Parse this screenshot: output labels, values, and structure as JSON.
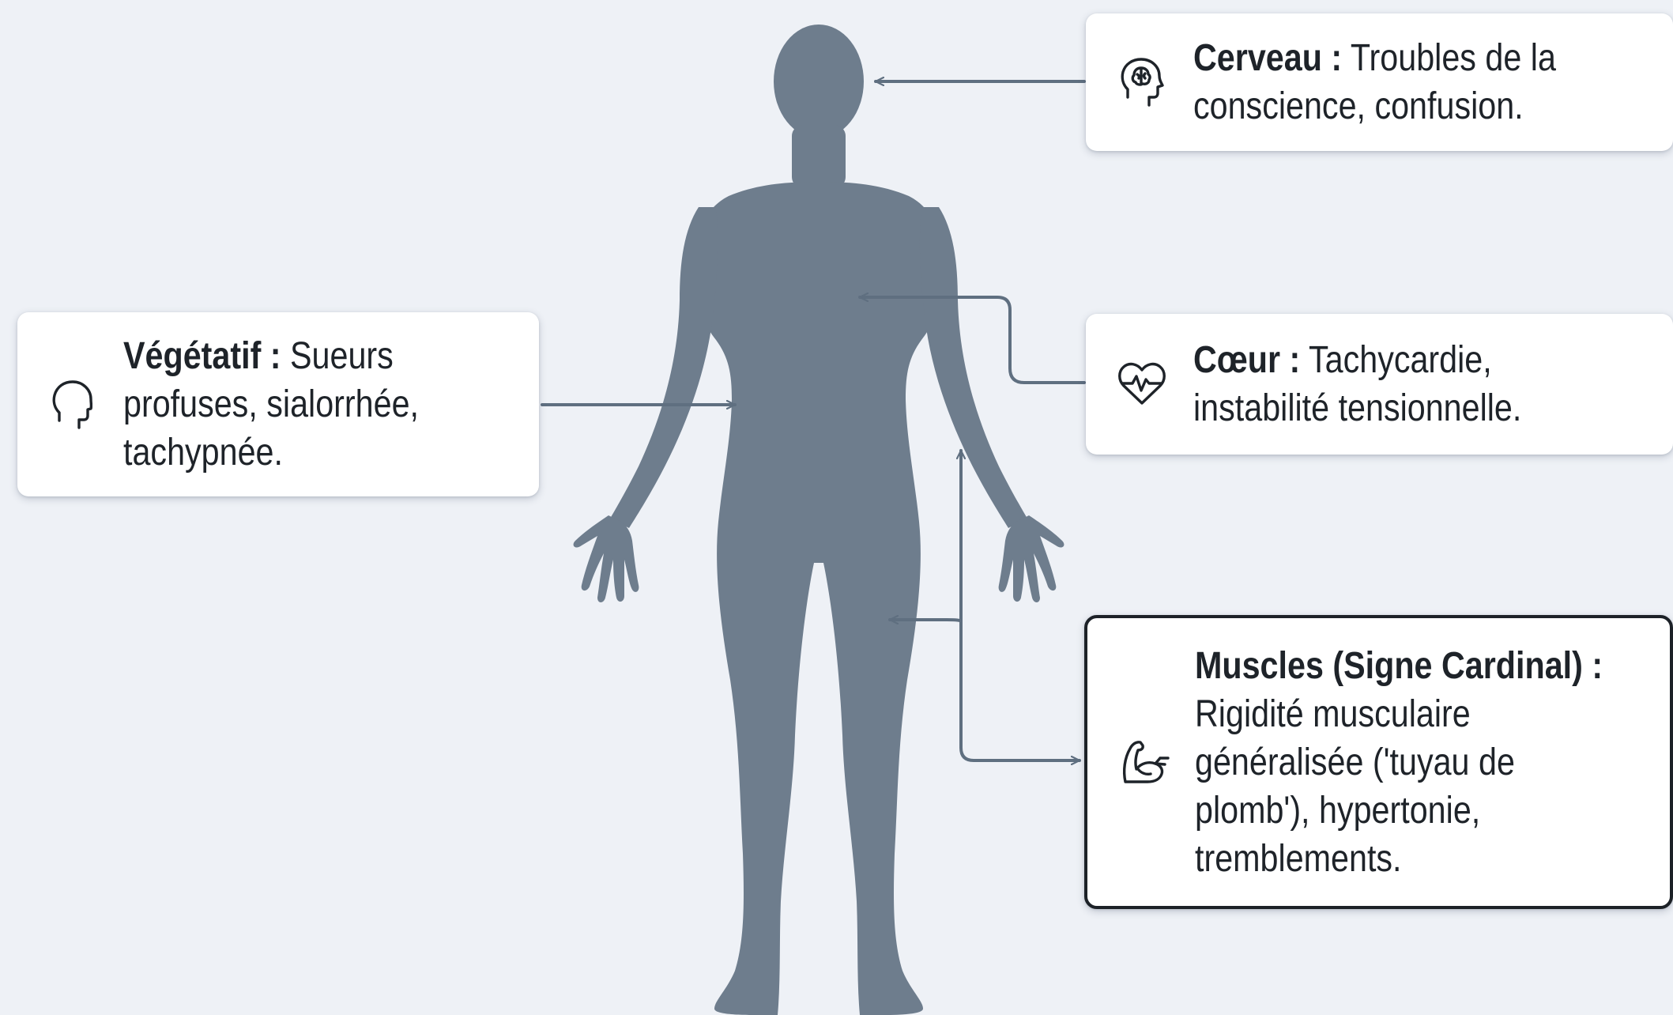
{
  "colors": {
    "background": "#eef1f6",
    "silhouette": "#6e7d8d",
    "arrow": "#5f6f80",
    "card_background": "#ffffff",
    "text": "#1e2329",
    "emphasis_border": "#1c2127"
  },
  "figure": {
    "icon": "human-body-silhouette"
  },
  "cards": {
    "cerveau": {
      "icon": "brain-head-icon",
      "term": "Cerveau :",
      "line1": "Troubles de la",
      "line2": "conscience, confusion."
    },
    "coeur": {
      "icon": "heart-pulse-icon",
      "term": "Cœur :",
      "line1": "Tachycardie,",
      "line2": "instabilité tensionnelle."
    },
    "vegetatif": {
      "icon": "head-profile-icon",
      "term": "Végétatif :",
      "line1": "Sueurs",
      "line2": "profuses, sialorrhée,",
      "line3": "tachypnée."
    },
    "muscles": {
      "icon": "flexed-arm-icon",
      "term": "Muscles (Signe Cardinal) :",
      "line2": "Rigidité musculaire",
      "line3": "généralisée ('tuyau de",
      "line4": "plomb'), hypertonie,",
      "line5": "tremblements.",
      "emphasized": true
    }
  }
}
